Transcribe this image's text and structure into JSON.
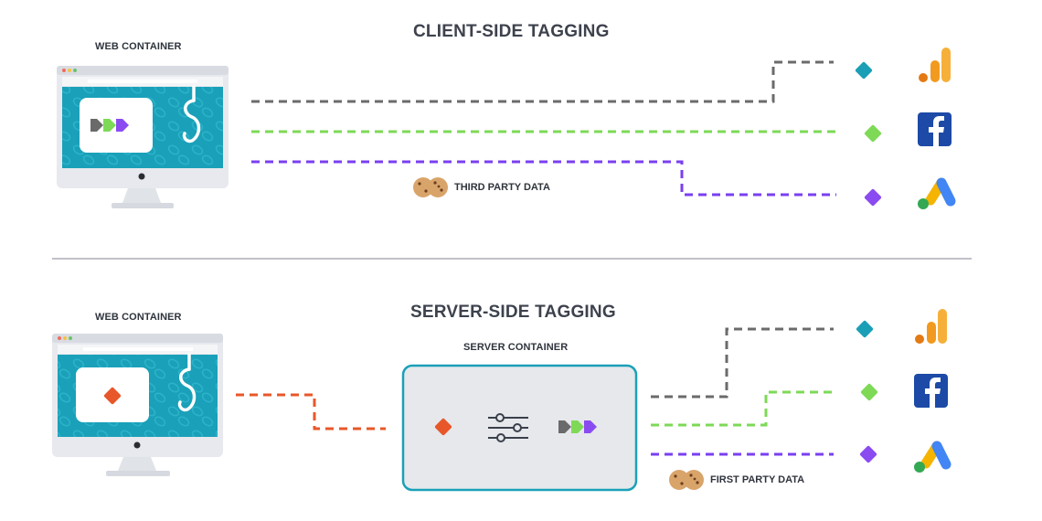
{
  "client": {
    "title": "CLIENT-SIDE TAGGING",
    "web_container_label": "WEB CONTAINER",
    "data_label": "THIRD PARTY DATA"
  },
  "server": {
    "title": "SERVER-SIDE TAGGING",
    "web_container_label": "WEB CONTAINER",
    "server_container_label": "SERVER CONTAINER",
    "data_label": "FIRST PARTY DATA"
  },
  "colors": {
    "grey_line": "#6b6b6b",
    "green_line": "#7ed957",
    "purple_line": "#7a3ff0",
    "orange_line": "#e8572a",
    "screen": "#1aa0b8",
    "server_border": "#1aa0b8",
    "server_fill": "#e6e8ec",
    "tag_teal": "#1b9fb6",
    "tag_green": "#7ed957",
    "tag_purple": "#8a4cf0",
    "tag_orange": "#e8572a",
    "analytics_orange": "#f29a1f",
    "facebook_blue": "#1c4aa6"
  },
  "icons": [
    "analytics-icon",
    "facebook-icon",
    "google-ads-icon",
    "tag-icon",
    "cookie-icon",
    "sliders-icon",
    "hook-icon"
  ]
}
